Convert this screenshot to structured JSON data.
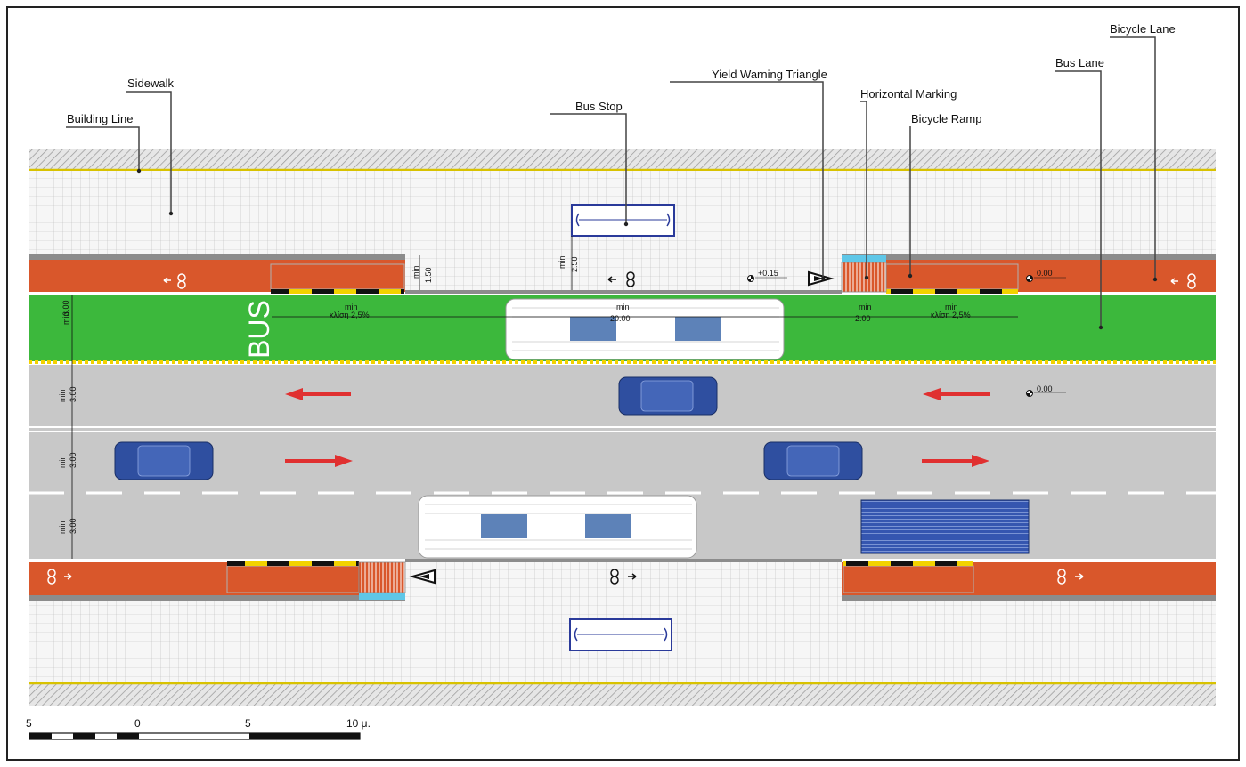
{
  "labels": {
    "building_line": "Building Line",
    "sidewalk": "Sidewalk",
    "bus_stop": "Bus Stop",
    "yield_triangle": "Yield Warning Triangle",
    "horizontal_marking": "Horizontal Marking",
    "bicycle_ramp": "Bicycle Ramp",
    "bus_lane": "Bus Lane",
    "bicycle_lane": "Bicycle Lane"
  },
  "road": {
    "bus_text": "BUS",
    "colors": {
      "bike_lane": "#d9572b",
      "bus_lane": "#3cb83c",
      "road": "#c8c8c8",
      "sidewalk": "#f4f4f4",
      "vehicle": "#2f4fa0",
      "arrow": "#e03030",
      "yellow": "#e8d200"
    }
  },
  "dimensions": {
    "min": "min",
    "d150": "1.50",
    "d250": "2.50",
    "d300": "3.00",
    "d2000": "20.00",
    "d200": "2.00",
    "slope": "κλίση 2,5%",
    "elev_p015": "+0.15",
    "elev_000": "0.00"
  },
  "scale_bar": {
    "ticks": [
      "5",
      "0",
      "5",
      "10 μ."
    ]
  }
}
